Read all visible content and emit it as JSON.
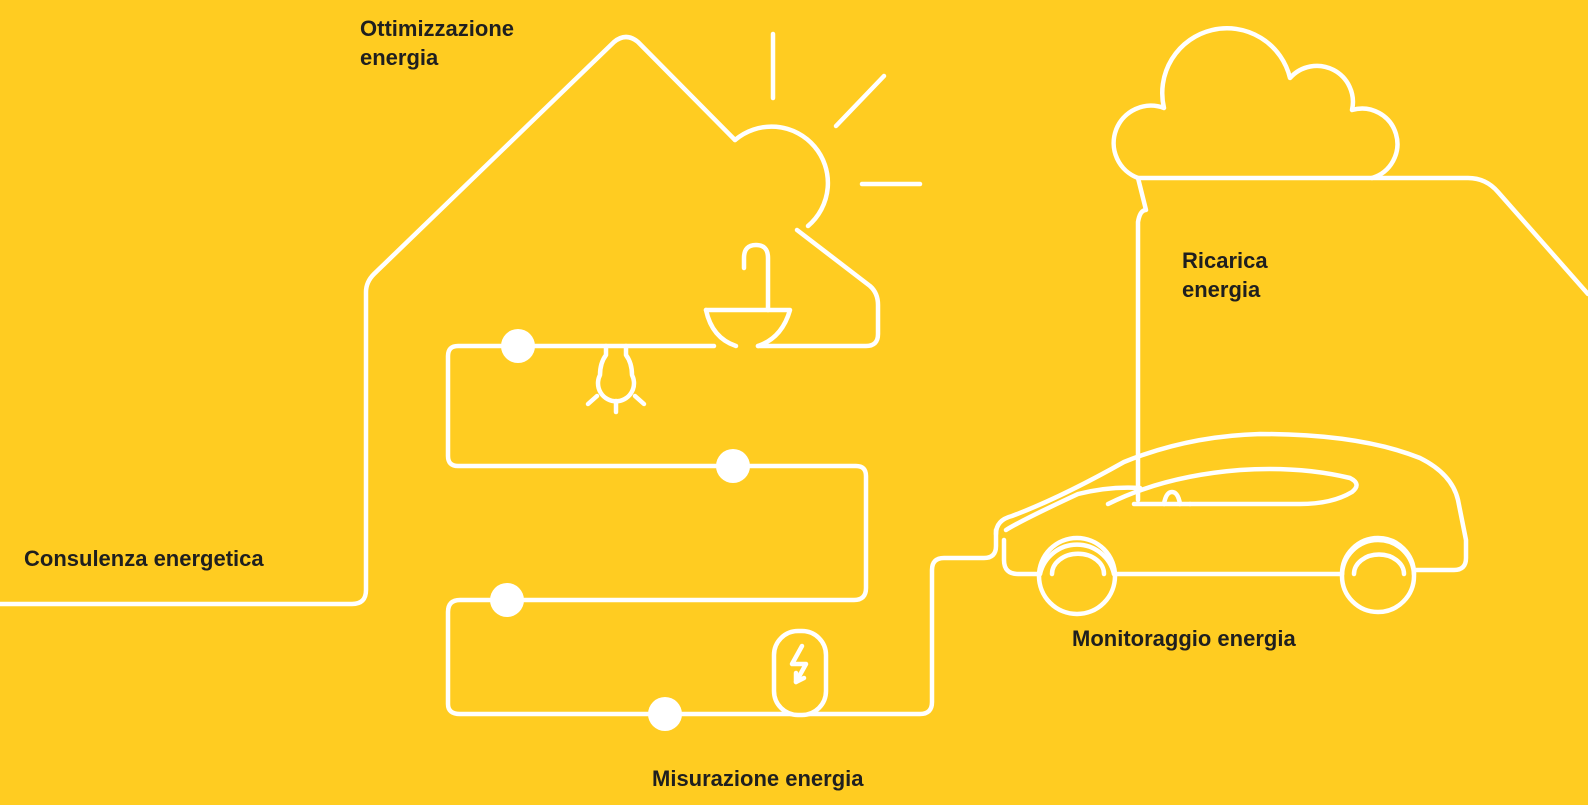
{
  "theme": {
    "background": "#FFCC21",
    "line": "#FFFFFF",
    "text": "#1F1F1F"
  },
  "labels": {
    "optimization": [
      "Ottimizzazione",
      "energia"
    ],
    "consulting": "Consulenza energetica",
    "recharge": [
      "Ricarica",
      "energia"
    ],
    "monitoring": "Monitoraggio energia",
    "measurement": "Misurazione energia"
  },
  "icons": [
    "house-icon",
    "sun-icon",
    "lamp-icon",
    "lightbulb-icon",
    "energy-meter-icon",
    "cloud-icon",
    "car-icon"
  ]
}
